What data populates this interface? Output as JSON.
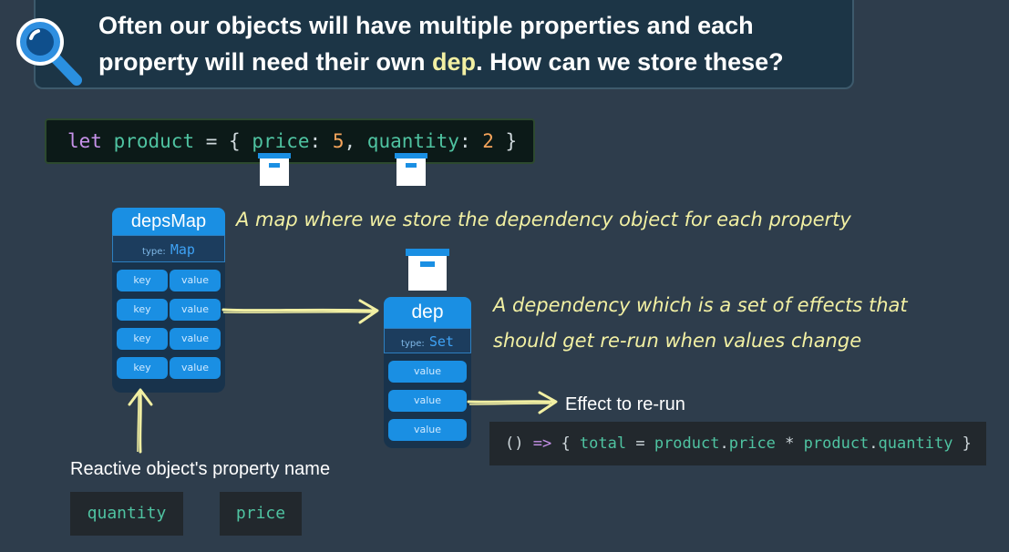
{
  "banner": {
    "line1": "Often our objects will have multiple properties and each",
    "line2_a": "property will need their own ",
    "line2_highlight": "dep",
    "line2_b": ".  How can we store these?"
  },
  "code_top": {
    "let": "let",
    "product": "product",
    "eq_open": " = { ",
    "price_key": "price",
    "colon1": ": ",
    "price_val": "5",
    "comma": ", ",
    "qty_key": "quantity",
    "colon2": ": ",
    "qty_val": "2",
    "close": " }"
  },
  "depsMap": {
    "title": "depsMap",
    "type_label": "type:",
    "type_value": "Map",
    "rows": [
      {
        "key": "key",
        "value": "value"
      },
      {
        "key": "key",
        "value": "value"
      },
      {
        "key": "key",
        "value": "value"
      },
      {
        "key": "key",
        "value": "value"
      }
    ],
    "note": "A map where we store the dependency object for each property"
  },
  "dep": {
    "title": "dep",
    "type_label": "type:",
    "type_value": "Set",
    "values": [
      "value",
      "value",
      "value"
    ],
    "note_line1": "A dependency which is a set of effects that",
    "note_line2": "should get re-run when values change"
  },
  "effect": {
    "label": "Effect to re-run",
    "code_parens": "()",
    "code_arrow": " => ",
    "code_brace_open": "{ ",
    "code_total": "total",
    "code_eq": " = ",
    "code_p1": "product",
    "code_dot1": ".",
    "code_price": "price",
    "code_mul": " * ",
    "code_p2": "product",
    "code_dot2": ".",
    "code_qty": "quantity",
    "code_brace_close": " }"
  },
  "reactive": {
    "label": "Reactive object's property name",
    "props": [
      "quantity",
      "price"
    ]
  },
  "colors": {
    "background": "#2e3d4c",
    "accent_blue": "#1a8fe3",
    "highlight_yellow": "#f2f0a3",
    "code_green": "#4fc3a1"
  },
  "icons": [
    "magnifier-icon",
    "storage-box-icon",
    "arrow-icon"
  ]
}
